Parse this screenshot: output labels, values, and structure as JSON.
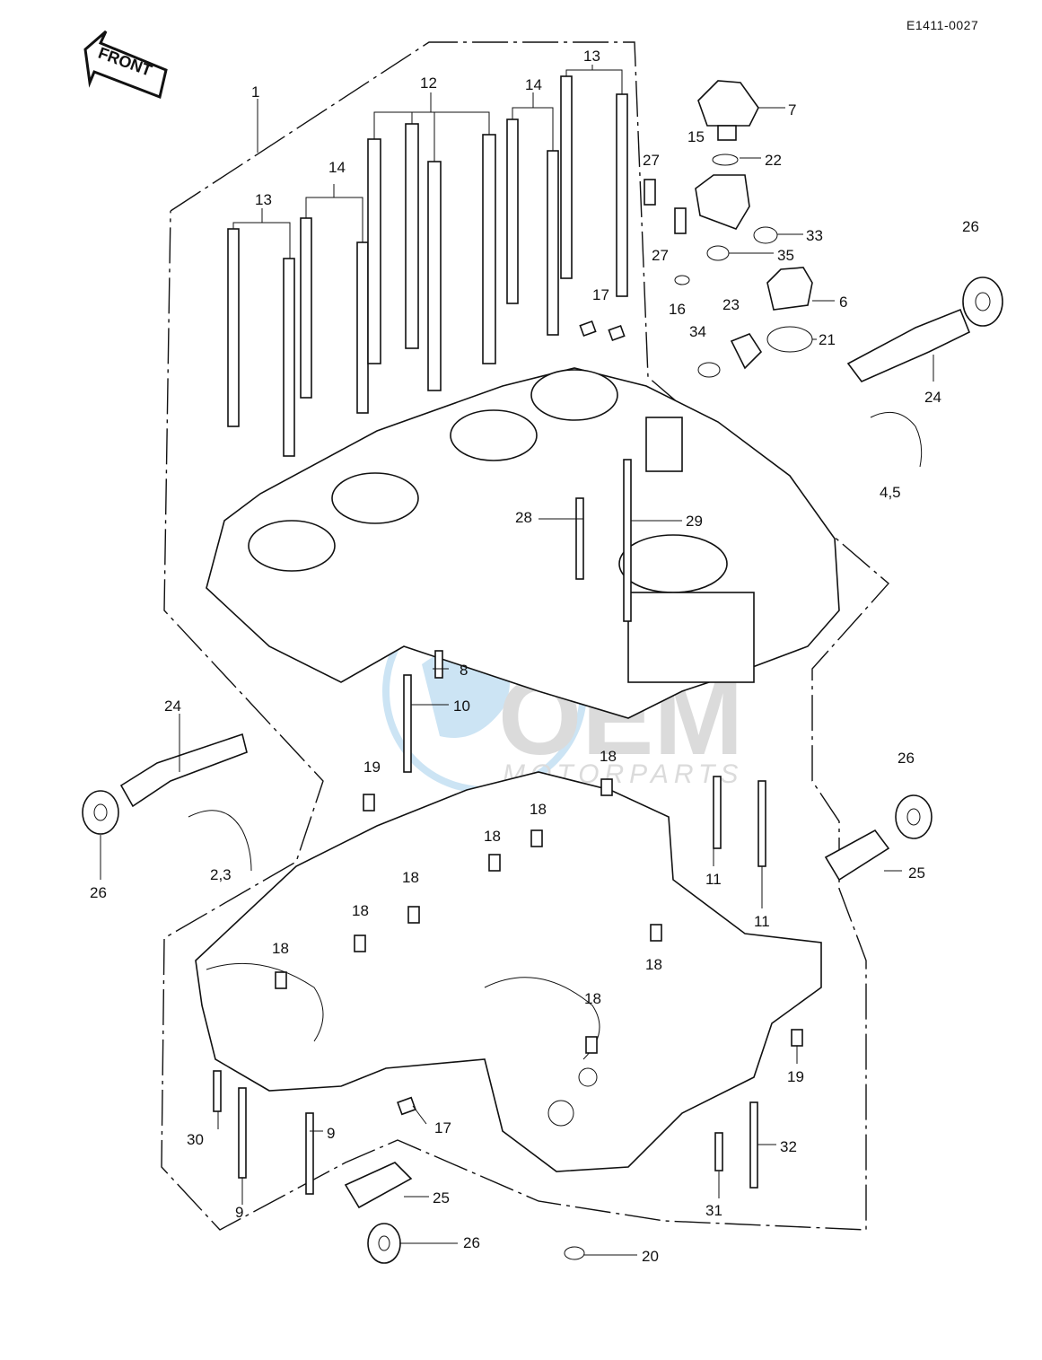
{
  "diagram_code": "E1411-0027",
  "front_arrow_label": "FRONT",
  "watermark": {
    "brand": "OEM",
    "sub": "MOTORPARTS"
  },
  "labels": [
    {
      "id": "l1",
      "text": "1"
    },
    {
      "id": "l13a",
      "text": "13"
    },
    {
      "id": "l12",
      "text": "12"
    },
    {
      "id": "l14a",
      "text": "14"
    },
    {
      "id": "l14b",
      "text": "14"
    },
    {
      "id": "l13b",
      "text": "13"
    },
    {
      "id": "l7",
      "text": "7"
    },
    {
      "id": "l15",
      "text": "15"
    },
    {
      "id": "l22",
      "text": "22"
    },
    {
      "id": "l27a",
      "text": "27"
    },
    {
      "id": "l27b",
      "text": "27"
    },
    {
      "id": "l33",
      "text": "33"
    },
    {
      "id": "l35",
      "text": "35"
    },
    {
      "id": "l26a",
      "text": "26"
    },
    {
      "id": "l6",
      "text": "6"
    },
    {
      "id": "l17a",
      "text": "17"
    },
    {
      "id": "l16",
      "text": "16"
    },
    {
      "id": "l23",
      "text": "23"
    },
    {
      "id": "l34",
      "text": "34"
    },
    {
      "id": "l21",
      "text": "21"
    },
    {
      "id": "l24a",
      "text": "24"
    },
    {
      "id": "l45",
      "text": "4,5"
    },
    {
      "id": "l28",
      "text": "28"
    },
    {
      "id": "l29",
      "text": "29"
    },
    {
      "id": "l8",
      "text": "8"
    },
    {
      "id": "l10",
      "text": "10"
    },
    {
      "id": "l24b",
      "text": "24"
    },
    {
      "id": "l26b",
      "text": "26"
    },
    {
      "id": "l23b",
      "text": "2,3"
    },
    {
      "id": "l19a",
      "text": "19"
    },
    {
      "id": "l18a",
      "text": "18"
    },
    {
      "id": "l18b",
      "text": "18"
    },
    {
      "id": "l18c",
      "text": "18"
    },
    {
      "id": "l18d",
      "text": "18"
    },
    {
      "id": "l18e",
      "text": "18"
    },
    {
      "id": "l18f",
      "text": "18"
    },
    {
      "id": "l18g",
      "text": "18"
    },
    {
      "id": "l18h",
      "text": "18"
    },
    {
      "id": "l11a",
      "text": "11"
    },
    {
      "id": "l11b",
      "text": "11"
    },
    {
      "id": "l26c",
      "text": "26"
    },
    {
      "id": "l25a",
      "text": "25"
    },
    {
      "id": "l19b",
      "text": "19"
    },
    {
      "id": "l30",
      "text": "30"
    },
    {
      "id": "l9a",
      "text": "9"
    },
    {
      "id": "l9b",
      "text": "9"
    },
    {
      "id": "l17b",
      "text": "17"
    },
    {
      "id": "l32",
      "text": "32"
    },
    {
      "id": "l25b",
      "text": "25"
    },
    {
      "id": "l31",
      "text": "31"
    },
    {
      "id": "l26d",
      "text": "26"
    },
    {
      "id": "l20",
      "text": "20"
    }
  ]
}
